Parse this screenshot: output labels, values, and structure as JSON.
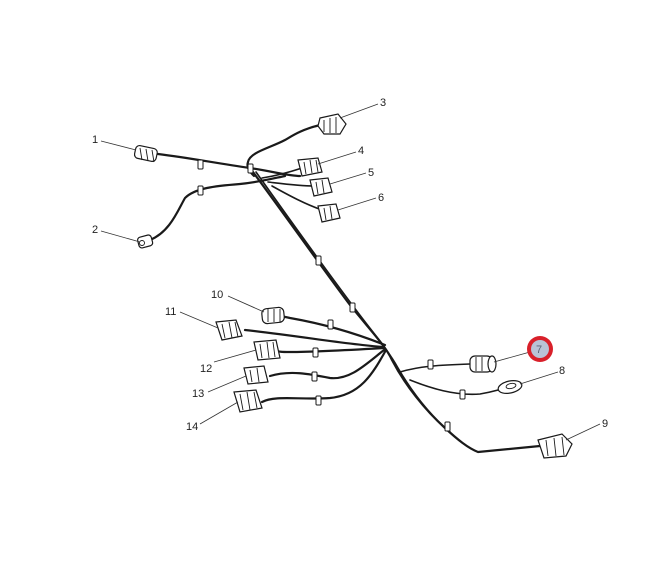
{
  "diagram": {
    "callouts": [
      {
        "id": "1",
        "label": "1"
      },
      {
        "id": "2",
        "label": "2"
      },
      {
        "id": "3",
        "label": "3"
      },
      {
        "id": "4",
        "label": "4"
      },
      {
        "id": "5",
        "label": "5"
      },
      {
        "id": "6",
        "label": "6"
      },
      {
        "id": "7",
        "label": "7",
        "highlighted": true
      },
      {
        "id": "8",
        "label": "8"
      },
      {
        "id": "9",
        "label": "9"
      },
      {
        "id": "10",
        "label": "10"
      },
      {
        "id": "11",
        "label": "11"
      },
      {
        "id": "12",
        "label": "12"
      },
      {
        "id": "13",
        "label": "13"
      },
      {
        "id": "14",
        "label": "14"
      }
    ],
    "colors": {
      "line": "#1a1a1a",
      "highlight_ring": "#d9202a",
      "highlight_fill": "#b9c3d6"
    }
  }
}
